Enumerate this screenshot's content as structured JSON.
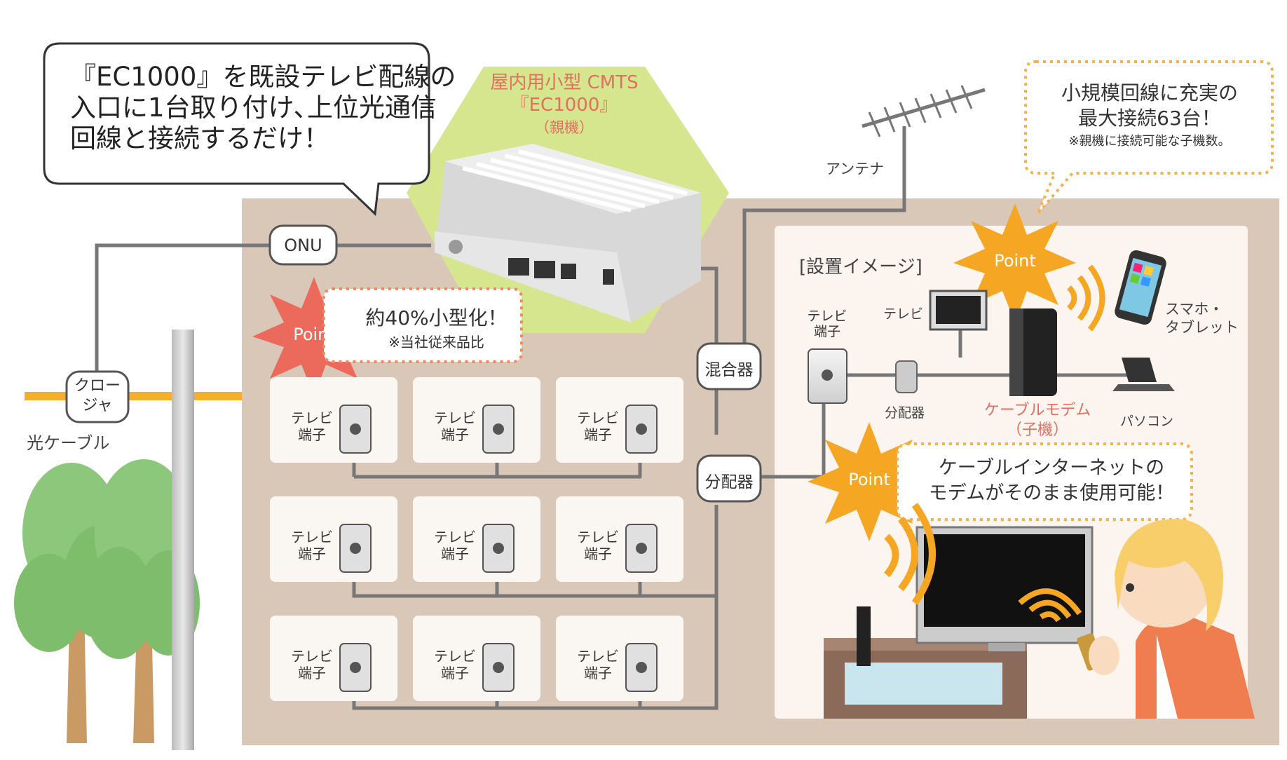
{
  "speech_bubble": {
    "lines": [
      "『EC1000』を既設テレビ配線の",
      "入口に1台取り付け､上位光通信",
      "回線と接続するだけ！"
    ]
  },
  "cmts": {
    "line1": "屋内用小型 CMTS",
    "line2": "『EC1000』",
    "line3": "（親機）"
  },
  "onu_label": "ONU",
  "closure_label": [
    "クロー",
    "ジャ"
  ],
  "fiber_label": "光ケーブル",
  "mixer_label": "混合器",
  "splitter_label": "分配器",
  "antenna_label": "アンテナ",
  "point_badge": "Point",
  "point_size": {
    "main": "約40%小型化！",
    "note": "※当社従来品比"
  },
  "point_connect": {
    "line1": "小規模回線に充実の",
    "line2": "最大接続63台！",
    "note": "※親機に接続可能な子機数。"
  },
  "point_modem": {
    "line1": "ケーブルインターネットの",
    "line2": "モデムがそのまま使用可能！"
  },
  "tv_outlet": [
    "テレビ",
    "端子"
  ],
  "install": {
    "title": "[設置イメージ]",
    "outlet": [
      "テレビ",
      "端子"
    ],
    "tv": "テレビ",
    "splitter": "分配器",
    "modem": [
      "ケーブルモデム",
      "（子機）"
    ],
    "smartphone": [
      "スマホ・",
      "タブレット"
    ],
    "pc": "パソコン"
  },
  "colors": {
    "building": "#d9c7b8",
    "panel": "#fbf4ef",
    "room": "#faf6f2",
    "line": "#777777",
    "point": "#f5a623",
    "point_red": "#ec6a5b",
    "fiber": "#f6ae2d",
    "cmts_bg": "#d6e68f",
    "accent_text": "#e0705f"
  }
}
